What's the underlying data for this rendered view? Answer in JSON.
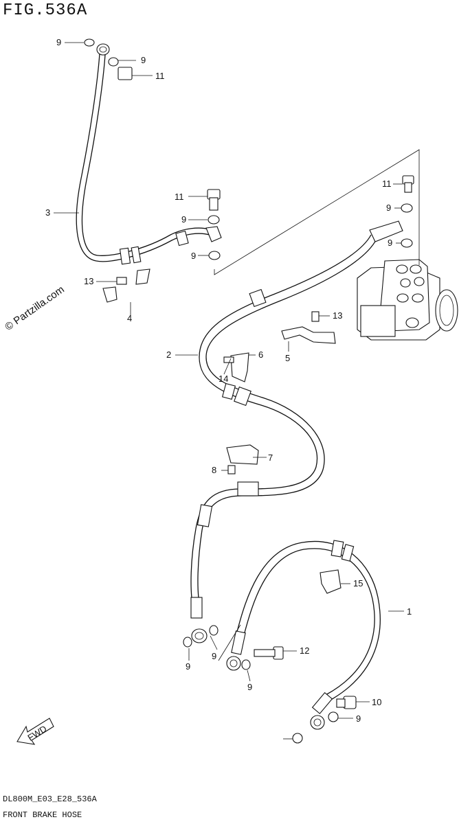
{
  "figure": {
    "title": "FIG.536A",
    "footer_code": "DL800M_E03_E28_536A",
    "footer_name": "FRONT BRAKE HOSE",
    "watermark": "© Partzilla.com",
    "fwd_label": "FWD"
  },
  "callouts": {
    "c1": "1",
    "c2": "2",
    "c3": "3",
    "c4": "4",
    "c5": "5",
    "c6": "6",
    "c7": "7",
    "c8": "8",
    "c9a": "9",
    "c9b": "9",
    "c9c": "9",
    "c9d": "9",
    "c9e": "9",
    "c9f": "9",
    "c9g": "9",
    "c9h": "9",
    "c9i": "9",
    "c9j": "9",
    "c10": "10",
    "c11a": "11",
    "c11b": "11",
    "c11c": "11",
    "c12": "12",
    "c13a": "13",
    "c13b": "13",
    "c14": "14",
    "c15": "15"
  },
  "icons": [
    "banjo-bolt-icon",
    "washer-icon",
    "clamp-icon",
    "abs-unit-icon",
    "fwd-arrow-icon"
  ]
}
